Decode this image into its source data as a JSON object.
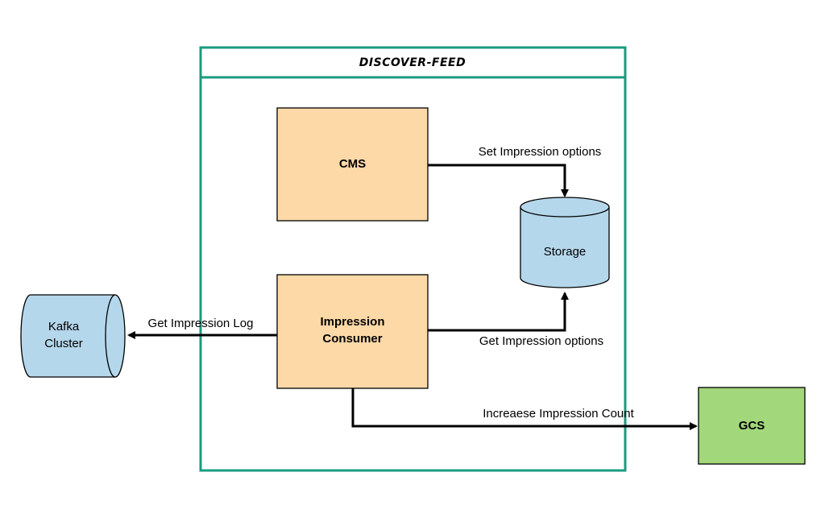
{
  "container": {
    "title": "DISCOVER-FEED",
    "border_color": "#1a9b7f"
  },
  "nodes": {
    "cms": {
      "label": "CMS",
      "fill": "#fdd9a7"
    },
    "impression_consumer": {
      "line1": "Impression",
      "line2": "Consumer",
      "fill": "#fdd9a7"
    },
    "storage": {
      "label": "Storage",
      "fill": "#b5d7ec"
    },
    "kafka": {
      "line1": "Kafka",
      "line2": "Cluster",
      "fill": "#b5d7ec"
    },
    "gcs": {
      "label": "GCS",
      "fill": "#a2d77b"
    }
  },
  "edges": {
    "set_impression_options": "Set Impression options",
    "get_impression_options": "Get Impression options",
    "get_impression_log": "Get Impression Log",
    "increase_impression_count": "Increaese Impression Count"
  }
}
